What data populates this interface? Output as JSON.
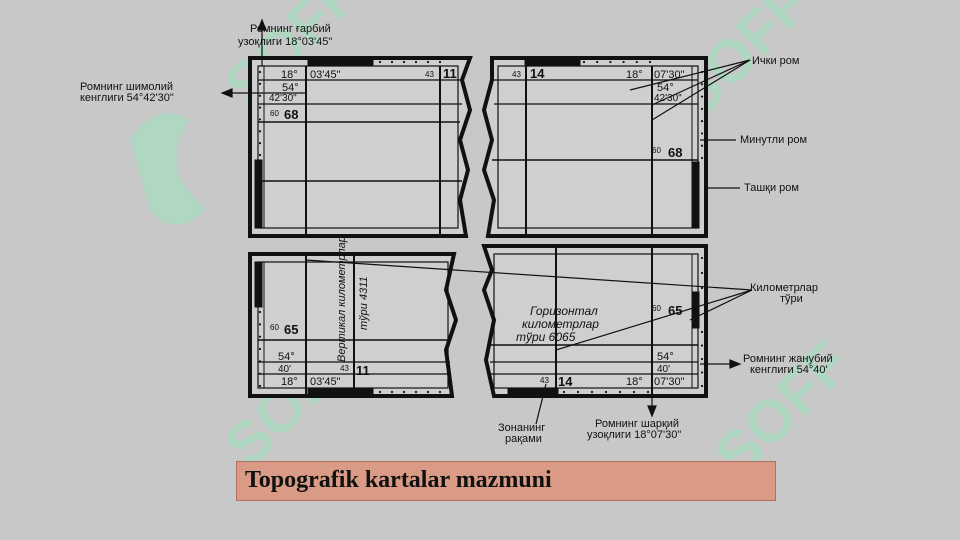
{
  "watermark": {
    "text": "SOFF",
    "color": "#a8dcc0"
  },
  "map_labels": {
    "tl_deg": "18°",
    "tl_min": "03'45\"",
    "tl_lat_min": "54°",
    "tl_lat_sec": "42'30\"",
    "tl_grid_small": "60",
    "tl_grid_big": "68",
    "tl_zone_small": "43",
    "tl_zone_big": "11",
    "tr_zone_small": "43",
    "tr_zone_big": "14",
    "tr_deg": "18°",
    "tr_min": "07'30\"",
    "tr_lat_min": "54°",
    "tr_lat_sec": "42'30\"",
    "tr_grid_small": "60",
    "tr_grid_big": "68",
    "bl_grid_small": "60",
    "bl_grid_big": "65",
    "bl_lat_min": "54°",
    "bl_lat_sec": "40'",
    "bl_deg": "18°",
    "bl_min": "03'45\"",
    "bl_zone_small": "43",
    "bl_zone_big": "11",
    "br_grid_small": "60",
    "br_grid_big": "65",
    "br_lat_min": "54°",
    "br_lat_sec": "40'",
    "br_deg": "18°",
    "br_min": "07'30\"",
    "br_zone_small": "43",
    "br_zone_big": "14",
    "vertical_text_1": "Вертикал километрлар",
    "vertical_text_2": "тўри 4311",
    "horizontal_text_1": "Горизонтал",
    "horizontal_text_2": "километрлар",
    "horizontal_text_3": "тўри   6065"
  },
  "callouts": {
    "west_lon_1": "Ромнинг ғарбий",
    "west_lon_2": "узоқлиги 18°03'45\"",
    "north_lat_1": "Ромнинг шимолий",
    "north_lat_2": "кенглиги 54°42'30\"",
    "inner_frame": "Ички ром",
    "minute_frame": "Минутли ром",
    "outer_frame": "Ташқи ром",
    "km_grid_1": "Километрлар",
    "km_grid_2": "тўри",
    "south_lat_1": "Ромнинг жанубий",
    "south_lat_2": "кенглиги 54°40'",
    "zone_num_1": "Зонанинг",
    "zone_num_2": "рақами",
    "east_lon_1": "Ромнинг шарқий",
    "east_lon_2": "узоқлиги 18°07'30\""
  },
  "title": "Topografik kartalar mazmuni",
  "colors": {
    "background": "#c8c8c8",
    "title_bg": "#d99b86",
    "ink": "#111111"
  }
}
